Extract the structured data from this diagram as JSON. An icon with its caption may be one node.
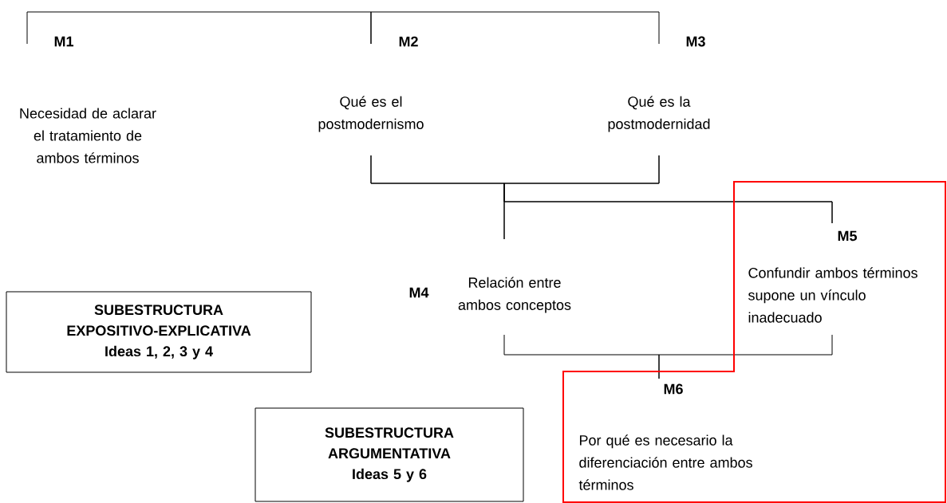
{
  "diagram": {
    "nodes": [
      {
        "text": [
          "M1",
          "Necesidad de aclarar el tratamiento de ambos términos"
        ]
      },
      {
        "text": [
          "M2",
          "Qué es el postmodernismo"
        ]
      },
      {
        "text": [
          "M3",
          "Qué es la postmodernidad"
        ]
      },
      {
        "text": [
          "M5",
          "Confundir ambos términos supone un vínculo inadecuado"
        ]
      },
      {
        "text": [
          "M4",
          "Relación entre ambos conceptos"
        ]
      },
      {
        "text": [
          "SUBESTRUCTURA EXPOSITIVO-EXPLICATIVA",
          "Ideas 1, 2, 3 y 4"
        ]
      },
      {
        "text": [
          "M6",
          "Por qué es necesario la diferenciación entre ambos términos"
        ]
      },
      {
        "text": [
          "SUBESTRUCTURA ARGUMENTATIVA",
          "Ideas 5 y 6"
        ]
      }
    ],
    "edges": [
      {
        "from": 0,
        "to": 1,
        "arrow": "none"
      },
      {
        "from": 1,
        "to": 2,
        "arrow": "none"
      },
      {
        "from": 1,
        "to": 4,
        "arrow": "none"
      },
      {
        "from": 2,
        "to": 4,
        "arrow": "none"
      },
      {
        "from": 1,
        "to": 3,
        "arrow": "none"
      },
      {
        "from": 2,
        "to": 3,
        "arrow": "none"
      },
      {
        "from": 4,
        "to": 6,
        "arrow": "none"
      },
      {
        "from": 3,
        "to": 6,
        "arrow": "none"
      }
    ]
  }
}
